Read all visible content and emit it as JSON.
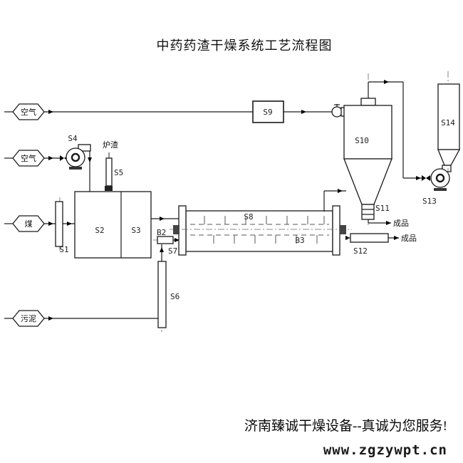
{
  "title": "中药药渣干燥系统工艺流程图",
  "flows": {
    "air_top": "空气",
    "air_blower": "空气",
    "coal": "煤",
    "sludge": "污泥",
    "slag": "炉渣",
    "product_cyclone": "成品",
    "product_dryer": "成品"
  },
  "equipment": {
    "s1": "S1",
    "s2": "S2",
    "s3": "S3",
    "s4": "S4",
    "s5": "S5",
    "s6": "S6",
    "s7": "S7",
    "s8": "S8",
    "s9": "S9",
    "s10": "S10",
    "s11": "S11",
    "s12": "S12",
    "s13": "S13",
    "s14": "S14",
    "b2": "B2",
    "b3": "B3"
  },
  "footer": {
    "slogan": "济南臻诚干燥设备--真诚为您服务!",
    "website": "www.zgzywpt.cn",
    "website_color": "#33cc66"
  },
  "colors": {
    "line": "#1a1a1a",
    "background": "#ffffff"
  }
}
